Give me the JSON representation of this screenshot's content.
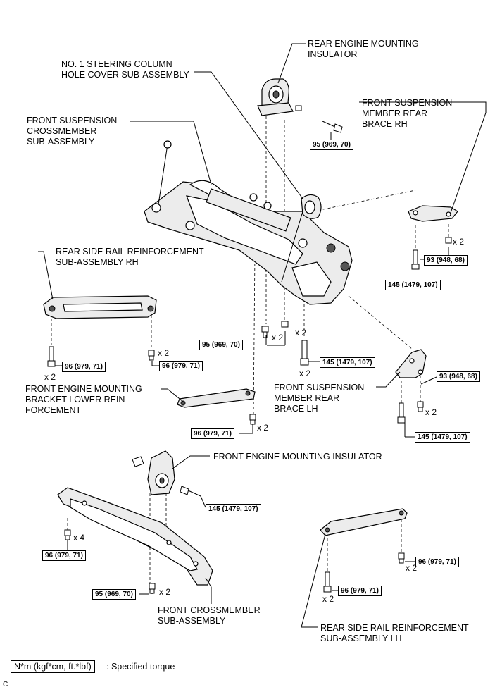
{
  "labels": {
    "rear_engine_mount": "REAR ENGINE MOUNTING\nINSULATOR",
    "steering_cover": "NO. 1 STEERING COLUMN\nHOLE COVER SUB-ASSEMBLY",
    "front_susp_crossmember": "FRONT SUSPENSION\nCROSSMEMBER\nSUB-ASSEMBLY",
    "brace_rh": "FRONT SUSPENSION\nMEMBER REAR\nBRACE RH",
    "rail_rh": "REAR SIDE RAIL REINFORCEMENT\nSUB-ASSEMBLY RH",
    "brace_lh": "FRONT SUSPENSION\nMEMBER REAR\nBRACE LH",
    "bracket_reinf": "FRONT ENGINE MOUNTING\nBRACKET LOWER REIN-\nFORCEMENT",
    "front_engine_mount": "FRONT ENGINE MOUNTING INSULATOR",
    "front_crossmember": "FRONT CROSSMEMBER\nSUB-ASSEMBLY",
    "rail_lh": "REAR SIDE RAIL REINFORCEMENT\nSUB-ASSEMBLY LH"
  },
  "torques": {
    "t1": "95 (969, 70)",
    "t2": "93 (948, 68)",
    "t3": "145 (1479, 107)",
    "t4": "96 (979, 71)",
    "t5": "96 (979, 71)",
    "t6": "95 (969, 70)",
    "t7": "145 (1479, 107)",
    "t8": "93 (948, 68)",
    "t9": "96 (979, 71)",
    "t10": "145 (1479, 107)",
    "t11": "145 (1479, 107)",
    "t12": "96 (979, 71)",
    "t13": "96 (979, 71)",
    "t14": "95 (969, 70)",
    "t15": "96 (979, 71)"
  },
  "multipliers": {
    "m1": "x 2",
    "m2": "x 2",
    "m3": "x 2",
    "m4": "x 2",
    "m5": "x 2",
    "m6": "x 2",
    "m7": "x 2",
    "m8": "x 2",
    "m9": "x 4",
    "m10": "x 2",
    "m11": "x 2",
    "m12": "x 2"
  },
  "legend": {
    "unit_box": "N*m (kgf*cm, ft.*lbf)",
    "text": ": Specified torque"
  },
  "figure_code": "C"
}
